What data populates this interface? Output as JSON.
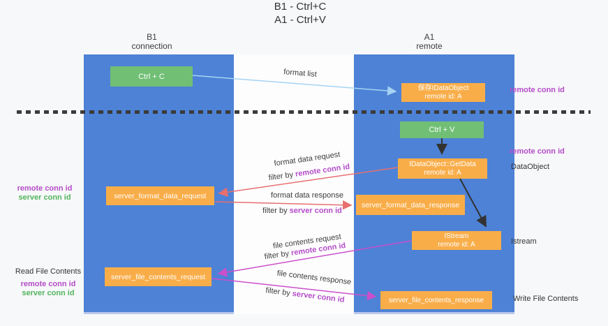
{
  "title": {
    "line1": "B1 - Ctrl+C",
    "line2": "A1 - Ctrl+V"
  },
  "columns": {
    "left": {
      "name": "B1",
      "role": "connection"
    },
    "right": {
      "name": "A1",
      "role": "remote"
    }
  },
  "boxes": {
    "ctrl_c": "Ctrl + C",
    "ctrl_v": "Ctrl + V",
    "save_idataobject": {
      "line1": "保存IDataObject",
      "line2": "remote id: A"
    },
    "getdata": {
      "line1": "IDataObject::GetData",
      "line2": "remote id: A"
    },
    "istream": {
      "line1": "IStream",
      "line2": "remote id: A"
    },
    "server_format_data_request": "server_format_data_request",
    "server_format_data_response": "server_format_data_response",
    "server_file_contents_request": "server_file_contents_request",
    "server_file_contents_response": "server_file_contents_response"
  },
  "flow_labels": {
    "format_list": "format list",
    "format_data_request": "format data request",
    "format_data_response": "format data response",
    "file_contents_request": "file contents request",
    "file_contents_response": "file contents response",
    "filter_by": "filter by",
    "remote_conn_id": "remote conn id",
    "server_conn_id": "server conn id"
  },
  "side_labels": {
    "right_remote_conn_id_top": "remote conn id",
    "right_remote_conn_id_mid": "remote conn id",
    "dataobject": "DataObject",
    "istream": "Istream",
    "write_file_contents": "Write File Contents",
    "left_remote_conn_id_top": "remote conn id",
    "left_server_conn_id_top": "server conn id",
    "read_file_contents": "Read File Contents",
    "left_remote_conn_id_bottom": "remote conn id",
    "left_server_conn_id_bottom": "server conn id"
  },
  "colors": {
    "column_blue": "#4d82d6",
    "box_green": "#71bf75",
    "box_orange": "#f9ad49",
    "arrow_salmon": "#e86f6f",
    "arrow_magenta": "#cb4fcb",
    "arrow_lightblue": "#a6d3f3",
    "arrow_black": "#333333",
    "text_purple": "#b44cc8",
    "text_green": "#53b45e",
    "dashed_line": "#3b3b3b"
  }
}
